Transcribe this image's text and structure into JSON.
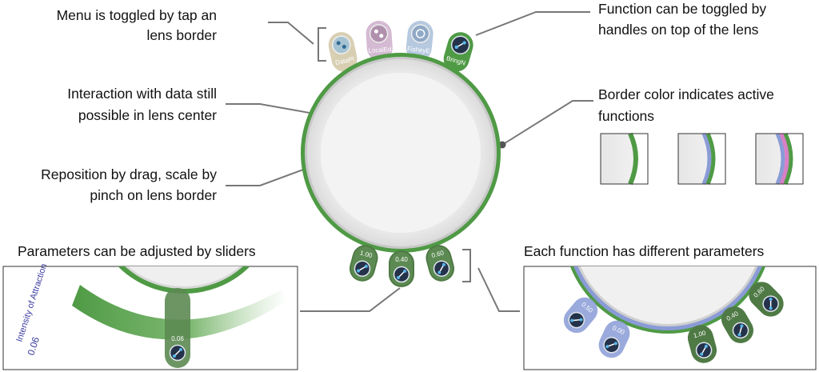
{
  "annotations": {
    "menu_toggle": [
      "Menu is toggled by tap an",
      "lens border"
    ],
    "function_toggle": [
      "Function can be toggled by",
      "handles on top of the lens"
    ],
    "interaction": [
      "Interaction with data still",
      "possible in lens center"
    ],
    "border_color": [
      "Border color indicates active",
      "functions"
    ],
    "reposition": [
      "Reposition by drag, scale by",
      "pinch on lens border"
    ],
    "parameters": "Parameters can be adjusted by sliders",
    "each_function": "Each function has different parameters"
  },
  "menu_handles": [
    {
      "label": "DataPl",
      "icon": "data-plot-icon",
      "color": "#cbbf9a"
    },
    {
      "label": "LocalEd",
      "icon": "local-edge-icon",
      "color": "#c9a9c7"
    },
    {
      "label": "FisheyE",
      "icon": "fisheye-icon",
      "color": "#a9bfd9"
    },
    {
      "label": "BringN",
      "icon": "bring-neighbors-icon",
      "color": "#4f9a45"
    }
  ],
  "parameter_handles": [
    "1.00",
    "0.40",
    "0.60"
  ],
  "slider": {
    "parameter_name": "Intensity of Attraction",
    "value": "0.06"
  },
  "detail_parameter_handles": [
    "0.50",
    "0.00",
    "1.00",
    "0.40",
    "0.60"
  ],
  "colors": {
    "lens_border": "#4f9a45",
    "lens_fill": "#ececec",
    "second_function": "#8a9bd6",
    "third_function": "#d97fc6",
    "connector": "#777777"
  }
}
